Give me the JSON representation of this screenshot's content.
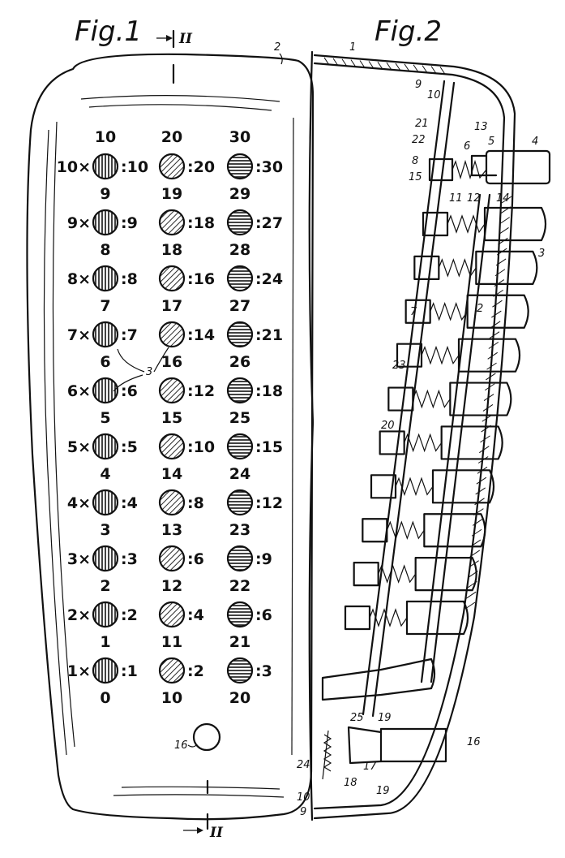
{
  "figure_titles": {
    "fig1": "Fig.1",
    "fig2": "Fig.2"
  },
  "section_marks": {
    "top": "II",
    "bottom": "II"
  },
  "keypad": {
    "columns": [
      {
        "top_label": "10",
        "rows": [
          {
            "mult": "10×",
            "value": "10",
            "below": "9"
          },
          {
            "mult": "9×",
            "value": "9",
            "below": "8"
          },
          {
            "mult": "8×",
            "value": "8",
            "below": "7"
          },
          {
            "mult": "7×",
            "value": "7",
            "below": "6"
          },
          {
            "mult": "6×",
            "value": "6",
            "below": "5"
          },
          {
            "mult": "5×",
            "value": "5",
            "below": "4"
          },
          {
            "mult": "4×",
            "value": "4",
            "below": "3"
          },
          {
            "mult": "3×",
            "value": "3",
            "below": "2"
          },
          {
            "mult": "2×",
            "value": "2",
            "below": "1"
          },
          {
            "mult": "1×",
            "value": "1",
            "below": "0"
          }
        ]
      },
      {
        "top_label": "20",
        "rows": [
          {
            "value": "20",
            "below": "19"
          },
          {
            "value": "18",
            "below": "18"
          },
          {
            "value": "16",
            "below": "17"
          },
          {
            "value": "14",
            "below": "16"
          },
          {
            "value": "12",
            "below": "15"
          },
          {
            "value": "10",
            "below": "14"
          },
          {
            "value": "8",
            "below": "13"
          },
          {
            "value": "6",
            "below": "12"
          },
          {
            "value": "4",
            "below": "11"
          },
          {
            "value": "2",
            "below": "10"
          }
        ]
      },
      {
        "top_label": "30",
        "rows": [
          {
            "value": "30",
            "below": "29"
          },
          {
            "value": "27",
            "below": "28"
          },
          {
            "value": "24",
            "below": "27"
          },
          {
            "value": "21",
            "below": "26"
          },
          {
            "value": "18",
            "below": "25"
          },
          {
            "value": "15",
            "below": "24"
          },
          {
            "value": "12",
            "below": "23"
          },
          {
            "value": "9",
            "below": "22"
          },
          {
            "value": "6",
            "below": "21"
          },
          {
            "value": "3",
            "below": "20"
          }
        ]
      }
    ]
  },
  "fig1_refs": {
    "housing": "2",
    "buttons": "3",
    "reset_button": "16"
  },
  "fig2_refs": [
    "1",
    "9",
    "10",
    "21",
    "22",
    "13",
    "5",
    "4",
    "8",
    "6",
    "15",
    "11",
    "12",
    "14",
    "3",
    "7",
    "2",
    "23",
    "20",
    "25",
    "19",
    "24",
    "18",
    "17",
    "19",
    "16",
    "10",
    "9"
  ]
}
